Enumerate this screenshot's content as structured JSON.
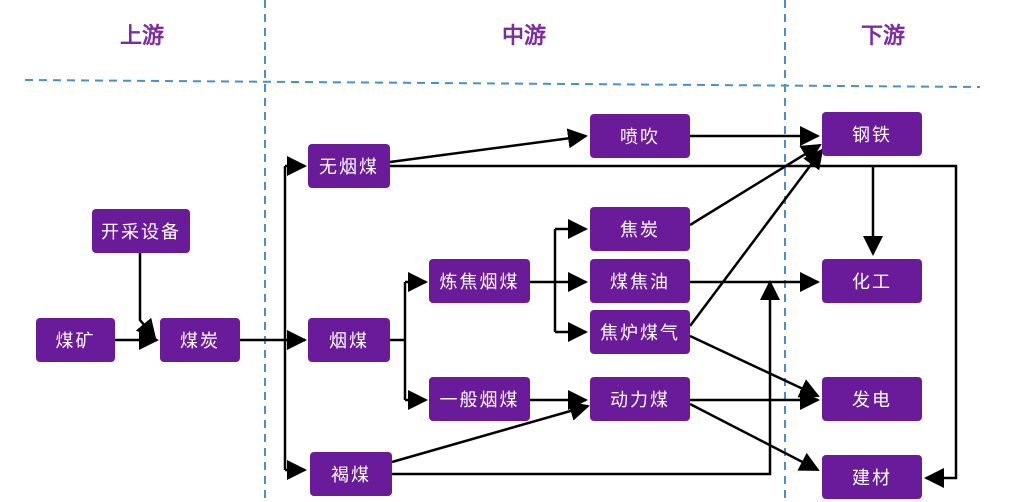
{
  "stages": {
    "upstream": "上游",
    "midstream": "中游",
    "downstream": "下游"
  },
  "nodes": {
    "mining_equipment": "开采设备",
    "coal_mine": "煤矿",
    "coal": "煤炭",
    "anthracite": "无烟煤",
    "bituminous": "烟煤",
    "lignite": "褐煤",
    "coking_coal": "炼焦烟煤",
    "general_bituminous": "一般烟煤",
    "injection": "喷吹",
    "coke": "焦炭",
    "coal_tar": "煤焦油",
    "coke_oven_gas": "焦炉煤气",
    "thermal_coal": "动力煤",
    "steel": "钢铁",
    "chemical": "化工",
    "power": "发电",
    "building_materials": "建材"
  },
  "colors": {
    "node_fill": "#6a1b9a",
    "stage_text": "#7b2ca0",
    "divider": "#4a90c8",
    "arrow": "#000000"
  }
}
